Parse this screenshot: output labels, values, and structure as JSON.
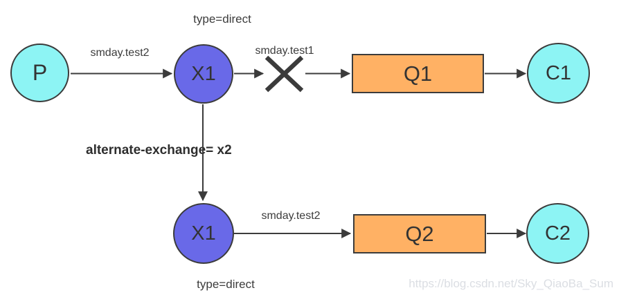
{
  "diagram": {
    "kind": "rabbitmq-alternate-exchange-flow",
    "nodes": {
      "producer": {
        "label": "P"
      },
      "exchange_top": {
        "label": "X1",
        "type_label": "type=direct"
      },
      "queue1": {
        "label": "Q1"
      },
      "consumer1": {
        "label": "C1"
      },
      "exchange_bottom": {
        "label": "X1",
        "type_label": "type=direct"
      },
      "queue2": {
        "label": "Q2"
      },
      "consumer2": {
        "label": "C2"
      }
    },
    "edges": {
      "p_to_x1": {
        "label": "smday.test2"
      },
      "x1_to_q1": {
        "label": "smday.test1",
        "status": "crossed-out"
      },
      "x1_to_x1b": {
        "label": "alternate-exchange= x2"
      },
      "x1b_to_q2": {
        "label": "smday.test2"
      },
      "q1_to_c1": {
        "label": ""
      },
      "q2_to_c2": {
        "label": ""
      }
    },
    "colors": {
      "producer_consumer_fill": "#8df4f4",
      "exchange_fill": "#6969e8",
      "queue_fill": "#ffb164",
      "stroke": "#3b3b3b"
    },
    "watermark": {
      "text": "https://blog.csdn.net/Sky_QiaoBa_Sum"
    }
  }
}
